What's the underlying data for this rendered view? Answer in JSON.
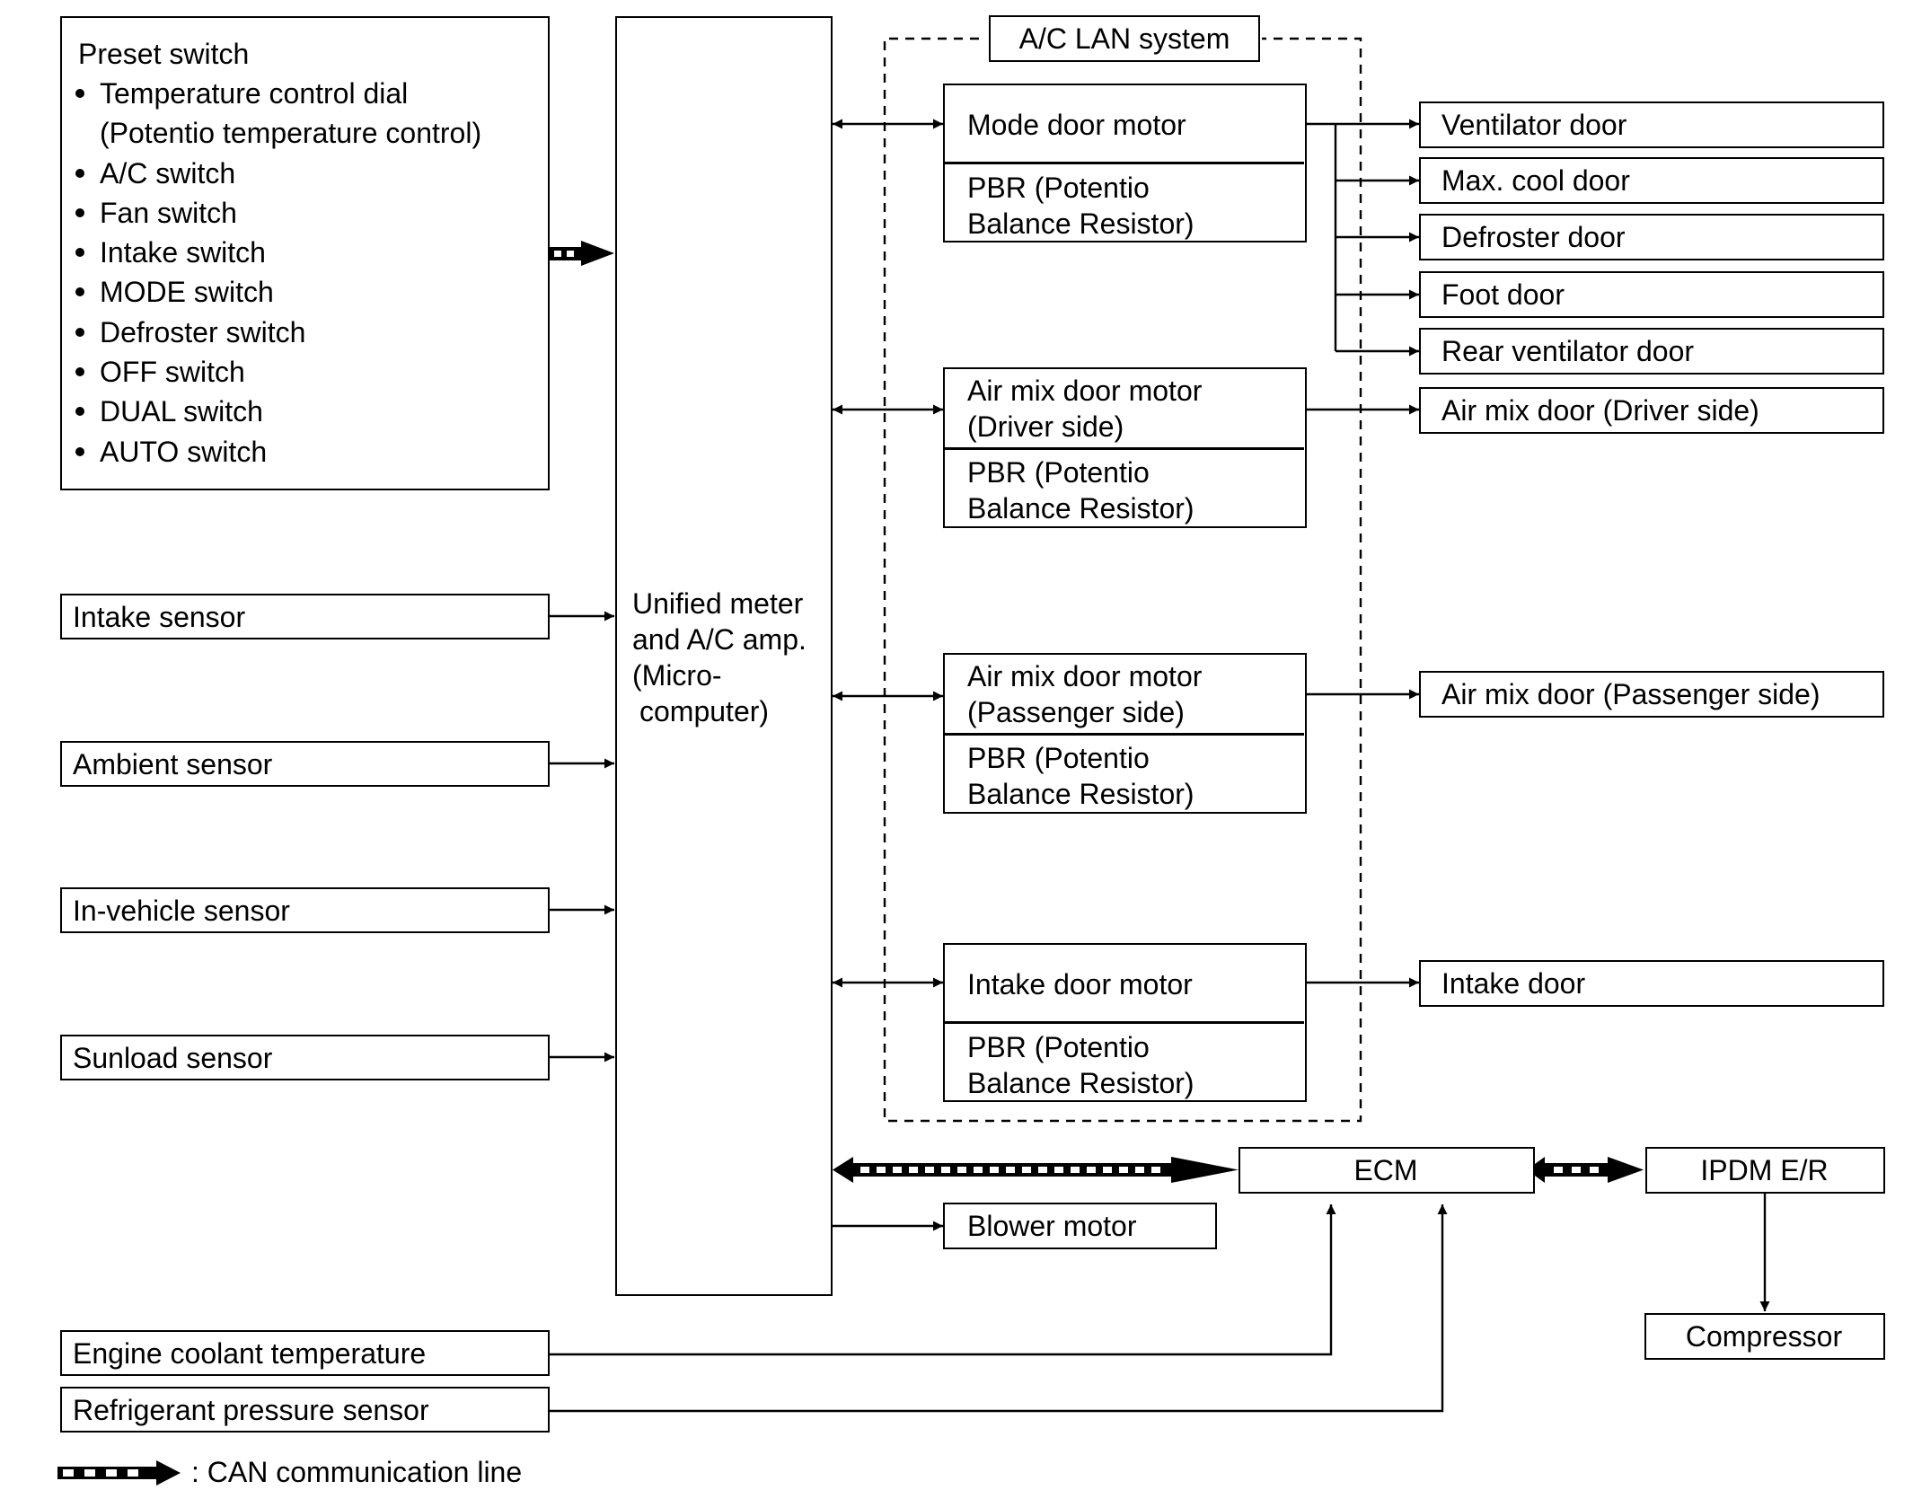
{
  "title": "A/C LAN system",
  "preset": {
    "title": "Preset switch",
    "items": [
      "Temperature control dial",
      "(Potentio temperature control)",
      "A/C switch",
      "Fan switch",
      "Intake switch",
      "MODE switch",
      "Defroster switch",
      "OFF switch",
      "DUAL switch",
      "AUTO switch"
    ]
  },
  "sensors": {
    "intake": "Intake sensor",
    "ambient": "Ambient sensor",
    "in_vehicle": "In-vehicle sensor",
    "sunload": "Sunload sensor",
    "engine_coolant": "Engine coolant temperature",
    "refrigerant": "Refrigerant pressure sensor"
  },
  "amp": {
    "line1": "Unified meter",
    "line2": "and A/C amp.",
    "line3": "(Micro-",
    "line4": "computer)"
  },
  "motors": {
    "mode": {
      "name": "Mode door motor"
    },
    "air_mix_driver": {
      "line1": "Air mix door motor",
      "line2": "(Driver side)"
    },
    "air_mix_passenger": {
      "line1": "Air mix door motor",
      "line2": "(Passenger side)"
    },
    "intake": {
      "name": "Intake door motor"
    },
    "pbr_line1": "PBR (Potentio",
    "pbr_line2": "Balance Resistor)"
  },
  "doors": {
    "ventilator": "Ventilator door",
    "max_cool": "Max. cool door",
    "defroster": "Defroster door",
    "foot": "Foot door",
    "rear_ventilator": "Rear ventilator door",
    "air_mix_driver": "Air mix door (Driver side)",
    "air_mix_passenger": "Air mix door (Passenger side)",
    "intake": "Intake door"
  },
  "outputs": {
    "ecm": "ECM",
    "ipdm": "IPDM E/R",
    "blower": "Blower motor",
    "compressor": "Compressor"
  },
  "legend": {
    "can_line": ": CAN communication line"
  }
}
